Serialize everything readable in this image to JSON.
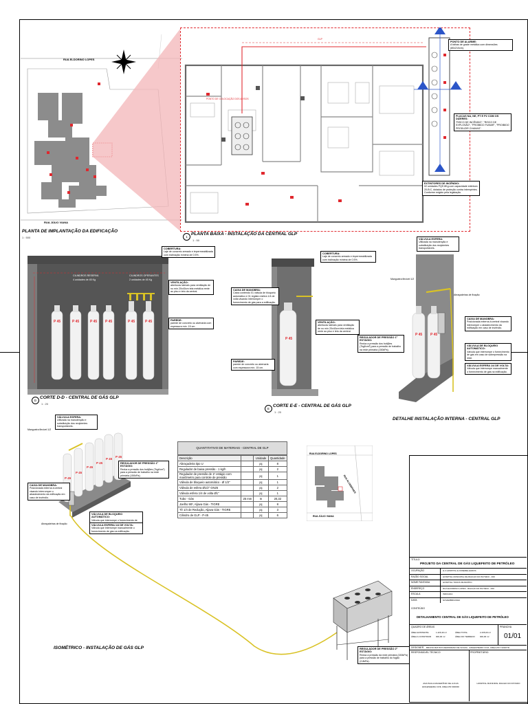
{
  "site_plan": {
    "title": "PLANTA DE IMPLANTAÇÃO DA EDIFICAÇÃO",
    "scale": "1 : 500",
    "street_top": "RUA ELDORINO LOPES",
    "street_bottom": "RUA JÚLIO VIANA"
  },
  "floor_plan": {
    "number": "1",
    "title": "PLANTA BAIXA - INSTALAÇÃO DA CENTRAL GLP",
    "scale": "1 : 50",
    "warning_area_label": "PONTO DE COLOCAÇÃO DOS AVISOS",
    "note_alarm_title": "PONTO DE ALARME:",
    "note_alarm_text": "A falhas de grade metálica com dimensões (80x210cm).",
    "note_plates_title": "PLACAS NA, NE, PT E P2 COM OS DIZERES:",
    "note_plates_text": "\"RISCO DE INCÊNDIO\", \"RISCO DE EXPLOSÃO\", \"PROIBIDO FUMAR\", \"PROIBIDO PRODUZIR CHAMAS\".",
    "note_ext_title": "EXTINTORES DE INCÊNDIO:",
    "note_ext_text": "02 unidades PQS 8Kg com capacidade extintora 20-B:C, dotados de proteção contra intempéries. Conforme exigido pela legislação."
  },
  "section_d": {
    "label": "D",
    "title": "CORTE D-D - CENTRAL DE GÁS GLP",
    "scale": "1 : 20",
    "reserve_label": "CILINDROS RESERVA",
    "reserve_count": "4 unidades de 45 Kg",
    "operating_label": "CILINDROS OPERANTES",
    "operating_count": "2 unidades de 45 Kg",
    "cylinder_label": "P 45",
    "note_cover_title": "COBERTURA:",
    "note_cover_text": "Laje de concreto armado e impermeabilizada com inclinação mínima de 0.5%.",
    "note_vent_title": "VENTILAÇÃO:",
    "note_vent_text": "aberturas laterais para ventilação de no mín 20x40cm tela metálica rente ao piso e teto da central.",
    "note_wall_title": "PAREDE:",
    "note_wall_text": "parede de concreto ou alvenaria com espessura mín. 15 cm."
  },
  "section_e": {
    "label": "E",
    "title": "CORTE E-E - CENTRAL DE GÁS GLP",
    "scale": "1 : 20",
    "cylinder_label": "P 45",
    "note_box_title": "CAIXA DE MANOBRA:",
    "note_box_text": "Caixa contendo 01 válvula de bloqueio automático e 01 registro esfera 1/4 de volta visando interromper o fornecimento de gás para a edificação.",
    "note_cover_title": "COBERTURA:",
    "note_cover_text": "Laje de concreto armado e impermeabilizada com inclinação mínima de 0.5%.",
    "note_vent_title": "VENTILAÇÃO:",
    "note_vent_text": "aberturas laterais para ventilação de no mín 20x40cm tela metálica rente ao piso e teto da central.",
    "note_reg_title": "REGULADOR DE PRESSÃO 1º ESTÁGIO:",
    "note_reg_text": "Reduz a pressão dos botijões (7kgf/cm²) para a pressão de trabalho na rede primária (150kPa).",
    "note_wall_title": "PAREDE:",
    "note_wall_text": "parede de concreto ou alvenaria com espessura mín. 15 cm."
  },
  "detail": {
    "title": "DETALHE INSTALAÇÃO INTERNA - CENTRAL GLP",
    "cylinder_label": "P 45",
    "note_valve_title": "VÁLVULA ESFERA:",
    "note_valve_text": "Utilizada na manutenção e substituição dos recipientes transportáveis.",
    "label_hose": "Mangueira flexível 1/2",
    "label_clamp": "Abraçadeiras de fixação",
    "note_box_title": "CAIXA DE MANOBRA:",
    "note_box_text": "Posicionada externa à central visando interromper o abastecimento da edificação em caso de incêndio.",
    "note_auto_title": "VÁLVULA DE BLOQUEIO AUTOMÁTICO:",
    "note_auto_text": "Válvula que interrompe o fornecimento de gás em caso de sobrepressão na rede.",
    "note_ball_title": "VÁLVULA ESFERA 1/4 DE VOLTA:",
    "note_ball_text": "Válvula que interrompe manualmente o fornecimento de gás na edificação."
  },
  "isometric": {
    "title": "ISOMÉTRICO - INSTALAÇÃO DE GÁS GLP",
    "cylinder_label": "P 45",
    "note_valve_title": "VÁLVULA ESFERA:",
    "note_valve_text": "Utilizada na manutenção e substituição dos recipientes transportáveis.",
    "label_hose": "Mangueira flexível 1/2",
    "note_reg_title": "REGULADOR DE PRESSÃO 1º ESTÁGIO:",
    "note_reg_text": "Reduz a pressão dos botijões (7kgf/cm²) para a pressão de trabalho na rede primária (150kPa).",
    "note_box_title": "CAIXA DE MANOBRA:",
    "note_box_text": "Posicionada externa à central visando interromper o abastecimento da edificação em caso de incêndio.",
    "label_clamp": "Abraçadeiras de fixação",
    "note_auto_title": "VÁLVULA DE BLOQUEIO AUTOMÁTICO:",
    "note_auto_text": "Válvula que interrompe o fornecimento de gás em caso de sobrepressão na rede.",
    "note_ball_title": "VÁLVULA ESFERA 1/4 DE VOLTA:",
    "note_ball_text": "Válvula que interrompe manualmente o fornecimento de gás na edificação.",
    "note_reg2_title": "REGULADOR DE PRESSÃO 2º ESTÁGIO:",
    "note_reg2_text": "Reduz a pressão da rede primária (150kPa) para a pressão de trabalho do fogão (2,8kPa)."
  },
  "materials": {
    "title": "QUANTITATIVO DE MATERIAIS - CENTRAL DE GLP",
    "headers": [
      "Descrição",
      "",
      "Unidade",
      "Quantidade"
    ],
    "rows": [
      [
        "Abraçadeira tipo U",
        "",
        "pç",
        "8"
      ],
      [
        "Regulador de baixa pressão - 1 kg/h",
        "",
        "pç",
        "2"
      ],
      [
        "Regulador de pressão de 1º estágio com manômetro para controle de pressão",
        "",
        "pç",
        "1"
      ],
      [
        "Válvula de bloqueio automático - Ø 1/2\"",
        "",
        "pç",
        "1"
      ],
      [
        "Válvula de esfera Ø1/2\" GN25",
        "",
        "pç",
        "2"
      ],
      [
        "Válvula esfera 1/4 de volta Ø1\"",
        "",
        "pç",
        "1"
      ],
      [
        "Tubo - Gás",
        "25 mm",
        "m",
        "20,32"
      ],
      [
        "Joelho 90º, Aljava Gás - TIGRE",
        "",
        "pç",
        "8"
      ],
      [
        "Tê 1/4 de Redução, Aljava Gás - TIGRE",
        "",
        "pç",
        "3"
      ],
      [
        "Cilindro de GLP - P-45",
        "",
        "pç",
        "6"
      ]
    ]
  },
  "key_plan": {
    "street_top": "RUA ELDORINO LOPES",
    "street_bottom": "RUA JÚLIO VIANA",
    "street_side": "RUA ALCEBÍADES"
  },
  "title_block": {
    "title_label": "TÍTULO",
    "title": "PROJETO DA CENTRAL DE GÁS LIQUEFEITO DE PETRÓLEO",
    "rows": [
      [
        "OCUPAÇÃO",
        "H-3 HOSPITAL E ASSEMELHADOS"
      ],
      [
        "RAZÃO SOCIAL",
        "HOSPITAL MUNICIPAL DE RIACHO DO PAYSIDO - RIO"
      ],
      [
        "NOME FANTASIA",
        "HOSPITAL TODOS MUNICÍPIO"
      ],
      [
        "ENDEREÇO",
        "RUA ELDORINO LOPES - RIACHO DO PAYSIDO - RIO"
      ],
      [
        "ESCALA",
        "INDICADA"
      ],
      [
        "DATA",
        "NOVEMBRO/2022"
      ]
    ],
    "content_label": "CONTEÚDO",
    "content": "DETALHAMENTO CENTRAL DE GÁS LIQUEFEITO DE PETRÓLEO",
    "areas_label": "QUADRO DE ÁREAS",
    "areas": [
      [
        "ÁREA EXISTENTE",
        "1.426,30 m²",
        "ÁREA TOTAL",
        "2.435,00 m²"
      ],
      [
        "ÁREA A CONSTRUIR",
        "000,00 m²",
        "ÁREA DO TERRENO",
        "000,00 m²"
      ]
    ],
    "sheet_label": "PRANCHA",
    "sheet": "01/01",
    "designer_label": "DESIGNER",
    "designer": "BRUNO BATISTA DEMORENO DE SOUZA - ENGENHEIRO CIVIL CREA-PR 71016/TD",
    "tech_label": "RESPONSÁVEL TÉCNICO",
    "owner_label": "PROPRIETÁRIO",
    "tech_sign": "ANA PAULA MACEDÔNIO DE LUCAS ENGENHEIRA CIVIL CREA-PR 00000D",
    "owner_sign": "HOSPITAL MUNICIPAL RIACHO DO PAYSIDO"
  },
  "colors": {
    "accent": "#e0282e",
    "gray": "#8c8c8c",
    "dark": "#4a4a4a",
    "pipe": "#d9c225",
    "blue": "#2b55c8"
  }
}
